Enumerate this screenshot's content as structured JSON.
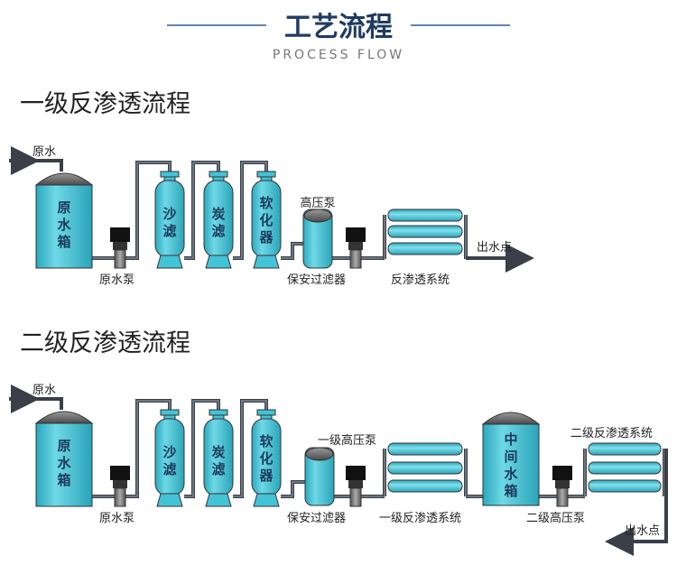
{
  "header": {
    "title": "工艺流程",
    "subtitle": "PROCESS FLOW"
  },
  "colors": {
    "water": "#43c3d6",
    "pipe": "#3a3f48",
    "title": "#1f3c62",
    "line": "#2b5d8f"
  },
  "stage1": {
    "title": "一级反渗透流程",
    "inlet": "原水",
    "tank": [
      "原",
      "水",
      "箱"
    ],
    "pump": "原水泵",
    "sand": [
      "沙",
      "滤"
    ],
    "carbon": [
      "炭",
      "滤"
    ],
    "softener": [
      "软",
      "化",
      "器"
    ],
    "hp_pump": "高压泵",
    "cartridge": "保安过滤器",
    "ro": "反渗透系统",
    "outlet": "出水点"
  },
  "stage2": {
    "title": "二级反渗透流程",
    "inlet": "原水",
    "tank": [
      "原",
      "水",
      "箱"
    ],
    "pump": "原水泵",
    "sand": [
      "沙",
      "滤"
    ],
    "carbon": [
      "炭",
      "滤"
    ],
    "softener": [
      "软",
      "化",
      "器"
    ],
    "hp_pump1": "一级高压泵",
    "cartridge": "保安过滤器",
    "ro1": "一级反渗透系统",
    "mid_tank": [
      "中",
      "间",
      "水",
      "箱"
    ],
    "hp_pump2": "二级高压泵",
    "ro2": "二级反渗透系统",
    "outlet": "出水点"
  }
}
